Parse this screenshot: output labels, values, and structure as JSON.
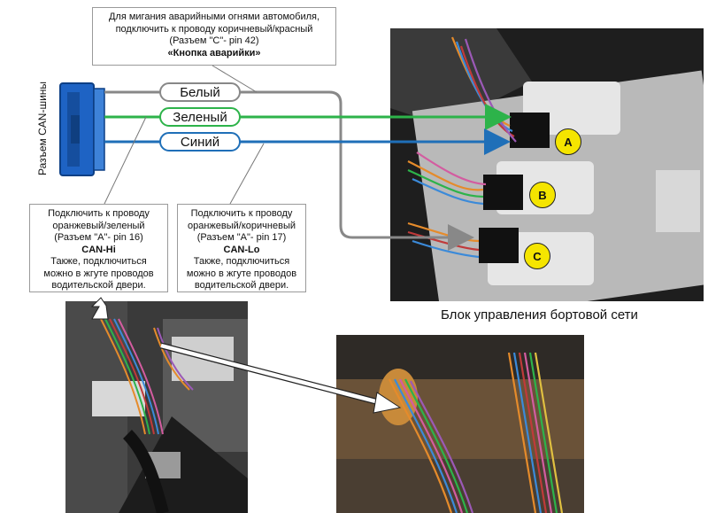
{
  "connector_label": "Разъем CAN-шины",
  "wires": {
    "white": {
      "label": "Белый",
      "color": "#888888"
    },
    "green": {
      "label": "Зеленый",
      "color": "#2db34a"
    },
    "blue": {
      "label": "Синий",
      "color": "#1f6fb8"
    }
  },
  "top_note": {
    "line1": "Для мигания аварийными огнями автомобиля,",
    "line2": "подключить к проводу коричневый/красный",
    "line3": "(Разъем \"С\"- pin 42)",
    "bold": "«Кнопка аварийки»"
  },
  "can_hi_note": {
    "line1": "Подключить к проводу",
    "line2": "оранжевый/зеленый",
    "line3": "(Разъем \"А\"- pin 16)",
    "bold": "CAN-Hi",
    "line4": "Также, подключиться",
    "line5": "можно в жгуте проводов",
    "line6": "водительской двери."
  },
  "can_lo_note": {
    "line1": "Подключить к проводу",
    "line2": "оранжевый/коричневый",
    "line3": "(Разъем \"А\"- pin 17)",
    "bold": "CAN-Lo",
    "line4": "Также, подключиться",
    "line5": "можно в жгуте проводов",
    "line6": "водительской двери."
  },
  "badges": {
    "a": "A",
    "b": "B",
    "c": "C"
  },
  "photo_caption": "Блок управления бортовой сети",
  "colors": {
    "connector_blue": "#1e63c4",
    "badge_yellow": "#f5e500",
    "arrow_white": "#ffffff"
  }
}
